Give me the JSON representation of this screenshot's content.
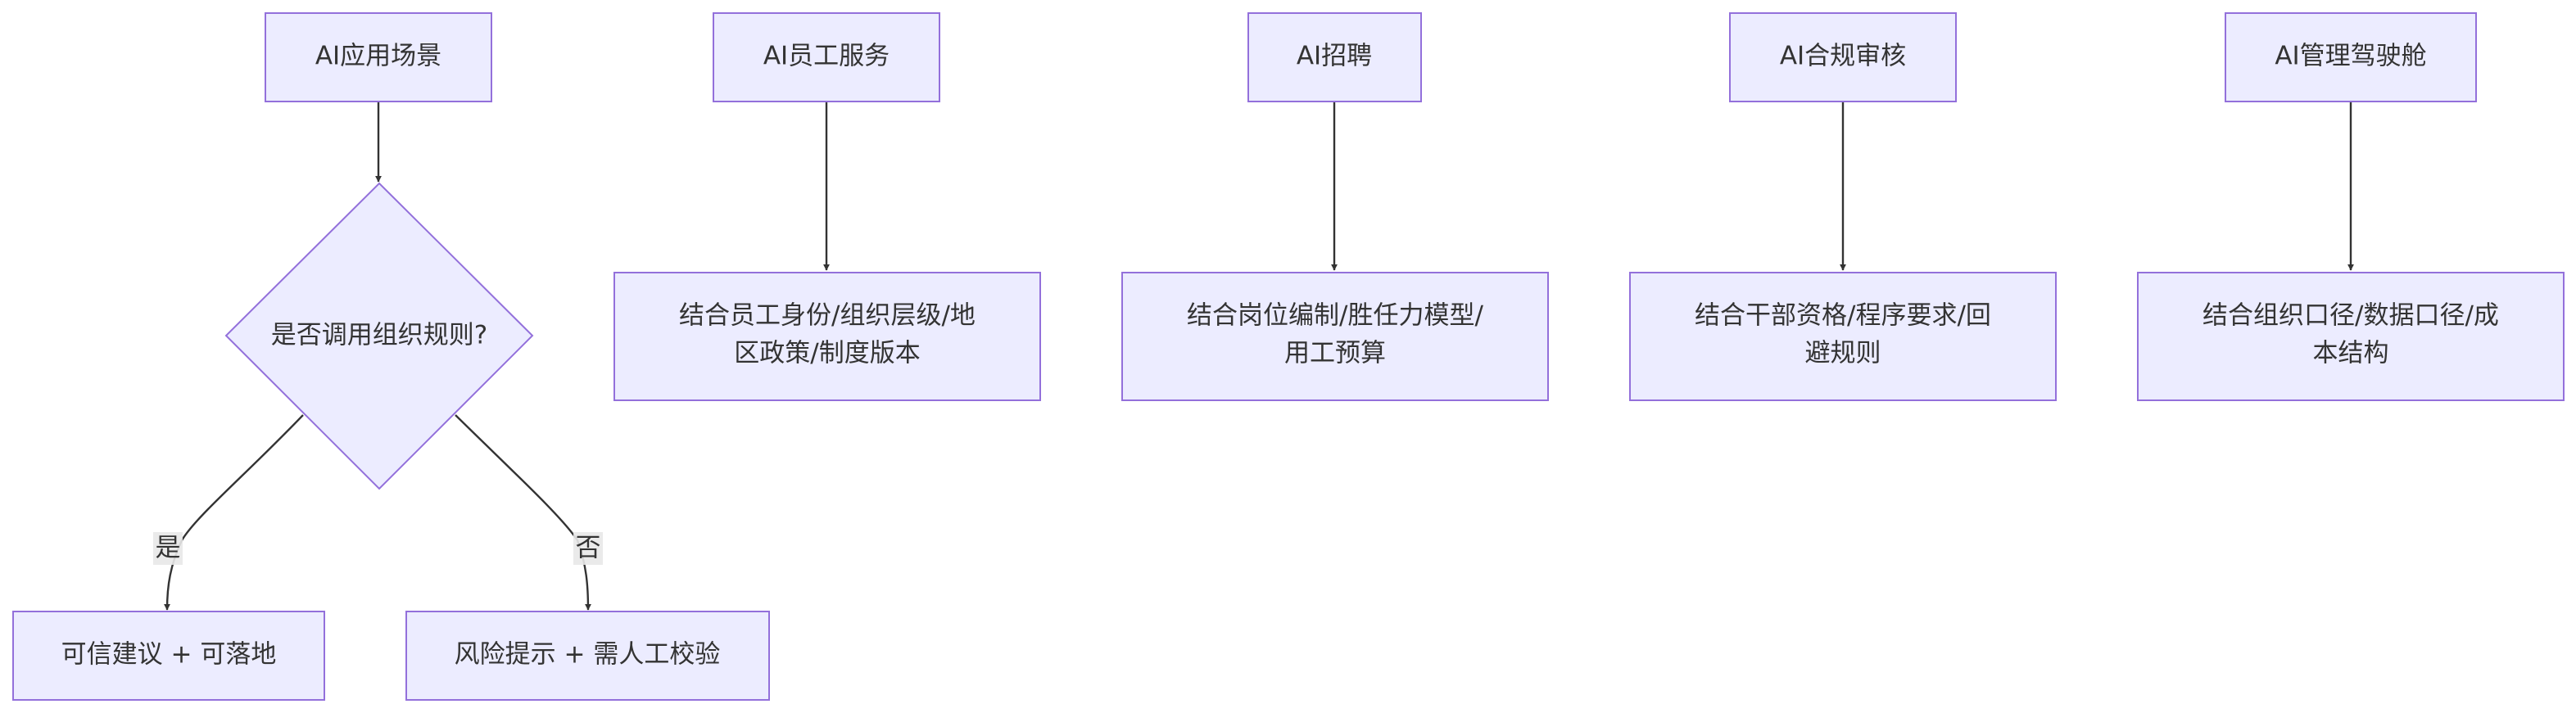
{
  "nodes": {
    "ai_scenarios": "AI应用场景",
    "decision": "是否调用组织规则?",
    "trusted_advice": "可信建议 + 可落地",
    "risk_warning": "风险提示 + 需人工校验",
    "ai_employee_service": "AI员工服务",
    "employee_context": [
      "结合员工身份/组织层级/地",
      "区政策/制度版本"
    ],
    "ai_recruiting": "AI招聘",
    "recruiting_context": [
      "结合岗位编制/胜任力模型/",
      "用工预算"
    ],
    "ai_compliance": "AI合规审核",
    "compliance_context": [
      "结合干部资格/程序要求/回",
      "避规则"
    ],
    "ai_cockpit": "AI管理驾驶舱",
    "cockpit_context": [
      "结合组织口径/数据口径/成",
      "本结构"
    ]
  },
  "edges": {
    "yes_label": "是",
    "no_label": "否"
  }
}
